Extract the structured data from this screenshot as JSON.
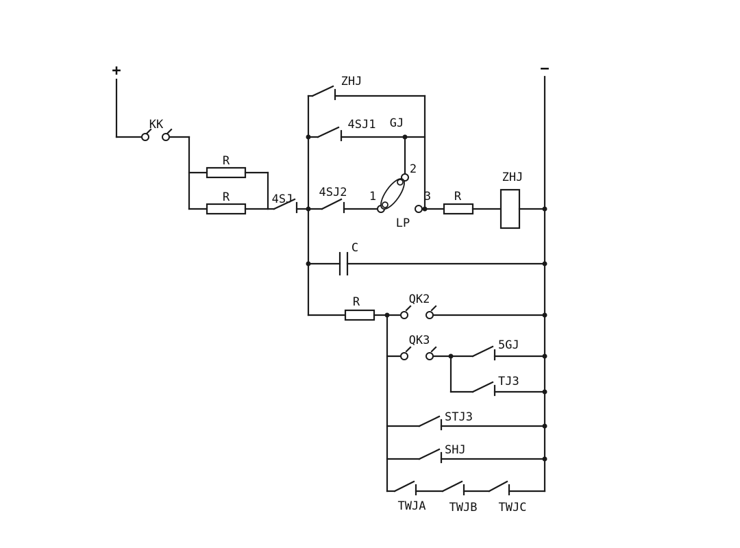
{
  "diagram": {
    "type": "relay-control-schematic",
    "description": "Auto-reclose relay control circuit with DC bus, charging resistors, test plug LP and relay contacts",
    "colors": {
      "line": "#1a1a1a",
      "background": "#ffffff",
      "text": "#111111"
    }
  },
  "bus": {
    "positive": "+",
    "negative": "−"
  },
  "labels": {
    "kk": "KK",
    "r_top": "R",
    "r_bottom": "R",
    "sj4": "4SJ",
    "sj4_2": "4SJ2",
    "sj4_1": "4SJ1",
    "zhj_contact": "ZHJ",
    "gj": "GJ",
    "lp_pin1": "1",
    "lp_pin2": "2",
    "lp_pin3": "3",
    "lp": "LP",
    "r_series": "R",
    "zhj_coil": "ZHJ",
    "capacitor": "C",
    "r_qk": "R",
    "qk2": "QK2",
    "qk3": "QK3",
    "gj5": "5GJ",
    "tj3": "TJ3",
    "stj3": "STJ3",
    "shj": "SHJ",
    "twja": "TWJA",
    "twjb": "TWJB",
    "twjc": "TWJC"
  },
  "components": [
    {
      "label": "KK",
      "type": "knife-switch"
    },
    {
      "label": "R",
      "type": "resistor",
      "position": "parallel-upper"
    },
    {
      "label": "R",
      "type": "resistor",
      "position": "parallel-lower"
    },
    {
      "label": "4SJ",
      "type": "contact"
    },
    {
      "label": "4SJ2",
      "type": "contact"
    },
    {
      "label": "ZHJ",
      "type": "contact",
      "position": "upper-parallel-branch"
    },
    {
      "label": "4SJ1",
      "type": "contact",
      "position": "upper-parallel-branch"
    },
    {
      "label": "GJ",
      "type": "branch-tap"
    },
    {
      "label": "LP",
      "type": "test-plug",
      "terminals": [
        "1",
        "2",
        "3"
      ]
    },
    {
      "label": "R",
      "type": "resistor",
      "position": "series-with-coil"
    },
    {
      "label": "ZHJ",
      "type": "relay-coil"
    },
    {
      "label": "C",
      "type": "capacitor"
    },
    {
      "label": "R",
      "type": "resistor",
      "position": "qk2-branch"
    },
    {
      "label": "QK2",
      "type": "switch-contact"
    },
    {
      "label": "QK3",
      "type": "switch-contact"
    },
    {
      "label": "5GJ",
      "type": "contact"
    },
    {
      "label": "TJ3",
      "type": "contact"
    },
    {
      "label": "STJ3",
      "type": "contact"
    },
    {
      "label": "SHJ",
      "type": "contact"
    },
    {
      "label": "TWJA",
      "type": "contact",
      "position": "bottom-series"
    },
    {
      "label": "TWJB",
      "type": "contact",
      "position": "bottom-series"
    },
    {
      "label": "TWJC",
      "type": "contact",
      "position": "bottom-series"
    }
  ]
}
